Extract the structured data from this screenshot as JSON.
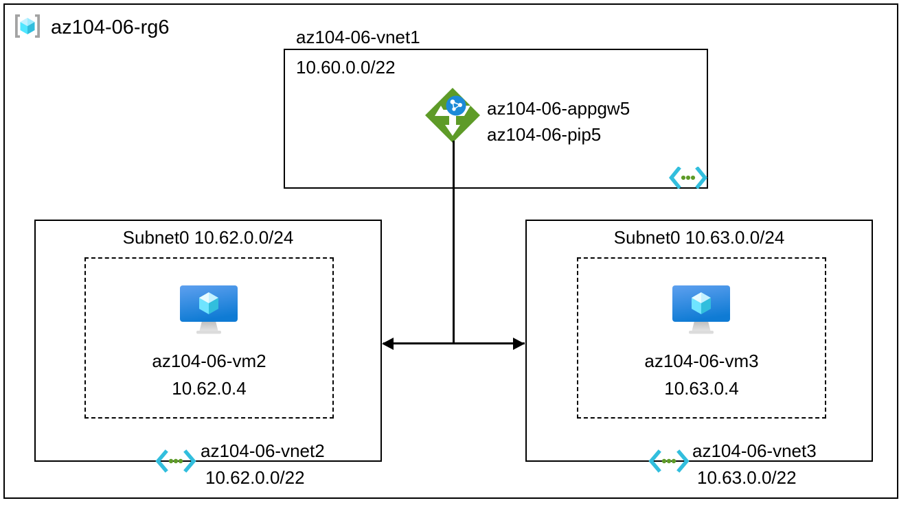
{
  "diagram": {
    "type": "azure-network-architecture",
    "resource_group": {
      "name": "az104-06-rg6",
      "icon": "resource-group-cube-icon"
    },
    "vnet1": {
      "name": "az104-06-vnet1",
      "address_space": "10.60.0.0/22",
      "peering_icon": "vnet-peering-icon",
      "appgw": {
        "icon": "application-gateway-icon",
        "line1": "az104-06-appgw5",
        "line2": "az104-06-pip5"
      }
    },
    "vnet2": {
      "name": "az104-06-vnet2",
      "address_space": "10.62.0.0/22",
      "subnet_label": "Subnet0 10.62.0.0/24",
      "peering_icon": "vnet-peering-icon",
      "vm": {
        "icon": "virtual-machine-icon",
        "name": "az104-06-vm2",
        "ip": "10.62.0.4"
      }
    },
    "vnet3": {
      "name": "az104-06-vnet3",
      "address_space": "10.63.0.0/22",
      "subnet_label": "Subnet0 10.63.0.0/24",
      "peering_icon": "vnet-peering-icon",
      "vm": {
        "icon": "virtual-machine-icon",
        "name": "az104-06-vm3",
        "ip": "10.63.0.4"
      }
    },
    "colors": {
      "border": "#000000",
      "appgw_green": "#5E9B28",
      "appgw_globe_blue": "#1C8AD8",
      "vm_monitor_blue": "#1F86DE",
      "cube_cyan": "#50E6FF",
      "peering_cyan": "#32BEDD",
      "peering_green": "#5E9B28",
      "background": "#FFFFFF"
    }
  }
}
